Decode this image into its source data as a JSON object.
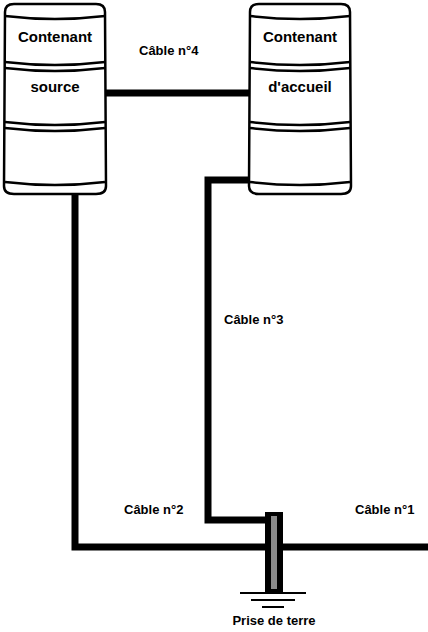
{
  "diagram": {
    "nodes": [
      {
        "text": [
          "Contenant source"
        ]
      },
      {
        "text": [
          "Contenant d'accueil"
        ]
      },
      {
        "text": [
          "Prise de terre"
        ]
      }
    ],
    "edges": [
      {
        "from": 0,
        "to": 1,
        "arrow": "none",
        "label": "Câble n°4"
      },
      {
        "from": 0,
        "to": 2,
        "arrow": "none",
        "label": "Câble n°2"
      },
      {
        "from": 1,
        "to": 2,
        "arrow": "none",
        "label": "Câble n°3"
      }
    ],
    "labels": [
      "Câble n°1"
    ]
  }
}
